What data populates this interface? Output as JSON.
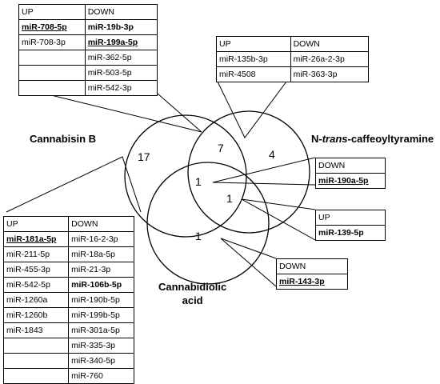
{
  "sets": {
    "cannabisin_b": "Cannabisin B",
    "caffeoyltyramine_prefix": "N-",
    "caffeoyltyramine_italic": "trans",
    "caffeoyltyramine_suffix": "-caffeoyltyramine",
    "cannabidiolic_line1": "Cannabidiolic",
    "cannabidiolic_line2": "acid"
  },
  "counts": {
    "b_only": "17",
    "b_and_caf": "7",
    "caf_only": "4",
    "center": "1",
    "caf_and_acid": "1",
    "acid_only": "1"
  },
  "headers": {
    "up": "UP",
    "down": "DOWN"
  },
  "table_b_caf": {
    "up": [
      {
        "text": "miR-708-5p",
        "style": "b"
      },
      {
        "text": "miR-708-3p",
        "style": ""
      }
    ],
    "down": [
      {
        "text": "miR-19b-3p",
        "style": "bo"
      },
      {
        "text": "miR-199a-5p",
        "style": "b"
      },
      {
        "text": "miR-362-5p",
        "style": ""
      },
      {
        "text": "miR-503-5p",
        "style": ""
      },
      {
        "text": "miR-542-3p",
        "style": ""
      }
    ]
  },
  "table_caf": {
    "up": [
      {
        "text": "miR-135b-3p",
        "style": ""
      },
      {
        "text": "miR-4508",
        "style": ""
      }
    ],
    "down": [
      {
        "text": "miR-26a-2-3p",
        "style": ""
      },
      {
        "text": "miR-363-3p",
        "style": ""
      }
    ]
  },
  "table_center": {
    "header": "DOWN",
    "item": "miR-190a-5p"
  },
  "table_caf_acid": {
    "header": "UP",
    "item": "miR-139-5p"
  },
  "table_acid": {
    "header": "DOWN",
    "item": "miR-143-3p"
  },
  "table_b": {
    "up": [
      {
        "text": "miR-181a-5p",
        "style": "b"
      },
      {
        "text": "miR-211-5p",
        "style": ""
      },
      {
        "text": "miR-455-3p",
        "style": ""
      },
      {
        "text": "miR-542-5p",
        "style": ""
      },
      {
        "text": "miR-1260a",
        "style": ""
      },
      {
        "text": "miR-1260b",
        "style": ""
      },
      {
        "text": "miR-1843",
        "style": ""
      }
    ],
    "down": [
      {
        "text": "miR-16-2-3p",
        "style": ""
      },
      {
        "text": "miR-18a-5p",
        "style": ""
      },
      {
        "text": "miR-21-3p",
        "style": ""
      },
      {
        "text": "miR-106b-5p",
        "style": "bo"
      },
      {
        "text": "miR-190b-5p",
        "style": ""
      },
      {
        "text": "miR-199b-5p",
        "style": ""
      },
      {
        "text": "miR-301a-5p",
        "style": ""
      },
      {
        "text": "miR-335-3p",
        "style": ""
      },
      {
        "text": "miR-340-5p",
        "style": ""
      },
      {
        "text": "miR-760",
        "style": ""
      }
    ]
  }
}
